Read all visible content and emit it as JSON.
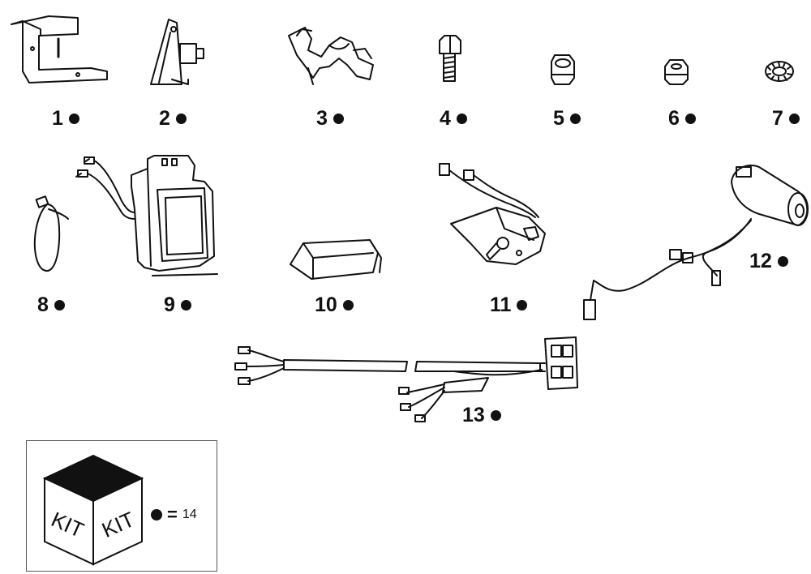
{
  "parts": [
    {
      "id": "bracket",
      "label": "1"
    },
    {
      "id": "horn",
      "label": "2"
    },
    {
      "id": "cable-clip",
      "label": "3"
    },
    {
      "id": "bolt",
      "label": "4"
    },
    {
      "id": "lock-nut",
      "label": "5"
    },
    {
      "id": "nut",
      "label": "6"
    },
    {
      "id": "lock-washer",
      "label": "7"
    },
    {
      "id": "cable-tie",
      "label": "8"
    },
    {
      "id": "lamp-housing",
      "label": "9"
    },
    {
      "id": "channel-profile",
      "label": "10"
    },
    {
      "id": "switch-assembly",
      "label": "11"
    },
    {
      "id": "buzzer-harness",
      "label": "12"
    },
    {
      "id": "wiring-harness",
      "label": "13"
    }
  ],
  "kit": {
    "label_left": "KIT",
    "label_right": "KIT",
    "legend_symbol": "=",
    "legend_value": "14"
  }
}
